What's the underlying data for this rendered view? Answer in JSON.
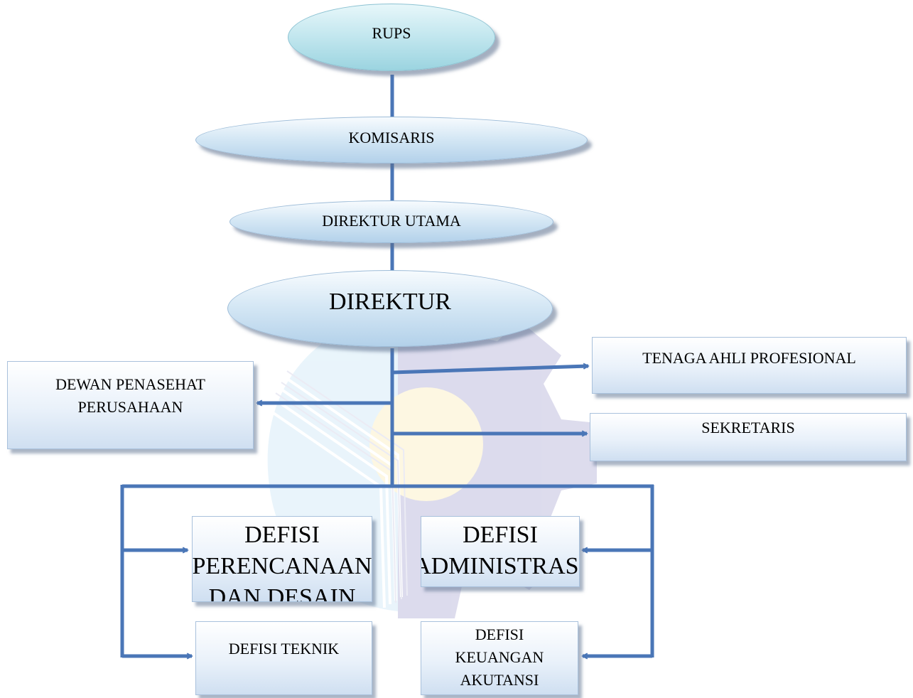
{
  "nodes": {
    "rups": "RUPS",
    "komisaris": "KOMISARIS",
    "direktur_utama": "DIREKTUR UTAMA",
    "direktur": "DIREKTUR",
    "tenaga_ahli": "TENAGA AHLI PROFESIONAL",
    "dewan_penasehat": "DEWAN PENASEHAT PERUSAHAAN",
    "sekretaris": "SEKRETARIS",
    "defisi_perencanaan": "DEFISI PERENCANAAN DAN DESAIN",
    "defisi_administrasi": "DEFISI ADMINISTRASI",
    "defisi_teknik": "DEFISI TEKNIK",
    "defisi_keuangan": "DEFISI KEUANGAN AKUTANSI"
  },
  "colors": {
    "connector": "#4a76b7",
    "watermark_gear": "#b3b1d8",
    "watermark_blue": "#cfe8f7",
    "watermark_yellow": "#fbeec0"
  }
}
